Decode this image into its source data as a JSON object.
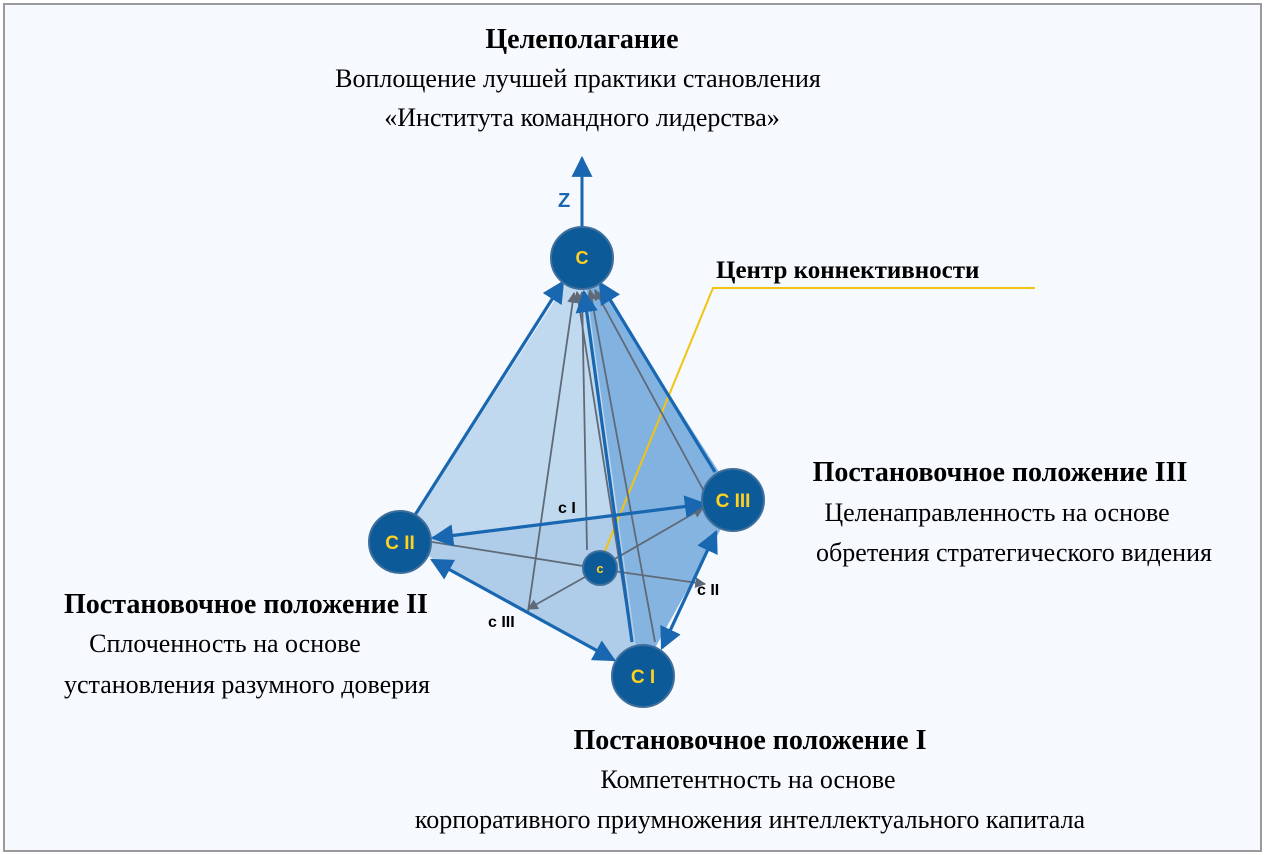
{
  "colors": {
    "node_fill": "#0d5a99",
    "node_stroke": "#3f6f9c",
    "node_text": "#ffd21f",
    "edge_blue": "#1867b0",
    "edge_grey": "#5f6a78",
    "face_light": "#9ec3e6",
    "face_dark": "#5b9bd5",
    "leader_line": "#f1c40f",
    "background": "#f6f9fd",
    "border": "#9a9a9a"
  },
  "top": {
    "title": "Целеполагание",
    "line1": "Воплощение лучшей практики становления",
    "line2": "«Института командного лидерства»"
  },
  "axis_label": "Z",
  "center_label": "Центр коннективности",
  "nodes": {
    "apex": "С",
    "c1": "С I",
    "c2": "С II",
    "c3": "С III",
    "center": "с"
  },
  "small_labels": {
    "c1": "с I",
    "c2": "с II",
    "c3": "с III"
  },
  "position_1": {
    "title": "Постановочное положение I",
    "line1": "Компетентность на основе",
    "line2": "корпоративного приумножения интеллектуального капитала"
  },
  "position_2": {
    "title": "Постановочное положение II",
    "line1": "Сплоченность на основе",
    "line2": "установления разумного доверия"
  },
  "position_3": {
    "title": "Постановочное положение III",
    "line1": "Целенаправленность на основе",
    "line2": "обретения стратегического видения"
  }
}
